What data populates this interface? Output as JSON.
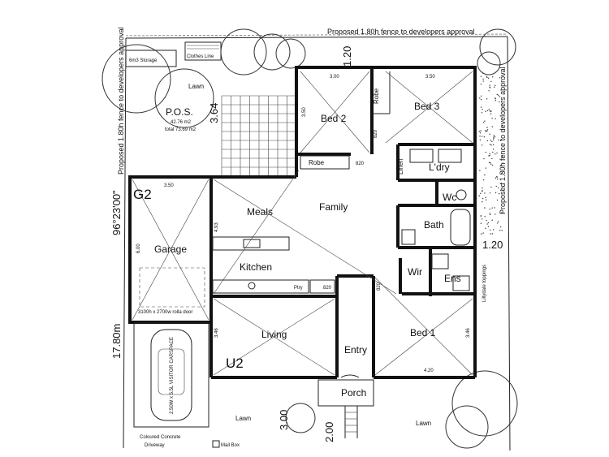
{
  "fence_top": "Proposed 1.80h  fence to developers approval",
  "fence_left": "Proposed 1.80h fence to developers approval",
  "fence_right": "Proposed 1.80h fence to developers approval",
  "storage": "6m3 Storage",
  "clothes_line": "Clothes Line",
  "lawn_top": "Lawn",
  "pos": {
    "title": "P.O.S.",
    "area": "42.76 m2",
    "total": "total 73.69 m2"
  },
  "rooms": {
    "bed2": "Bed  2",
    "bed3": "Bed  3",
    "robe_v": "Robe",
    "robe_h": "Robe",
    "linen": "Linen",
    "ldry": "L'dry",
    "wc": "Wc",
    "bath": "Bath",
    "meals": "Meals",
    "family": "Family",
    "kitchen": "Kitchen",
    "ptry": "Ptry",
    "garage": "Garage",
    "wir": "Wir",
    "ens": "Ens",
    "living": "Living",
    "entry": "Entry",
    "bed1": "Bed  1",
    "porch": "Porch"
  },
  "labels": {
    "g2": "G2",
    "u2": "U2",
    "roller_door": "3100h x 2700w rolla door",
    "carspace": "2.50W x 5.5L VISITOR CARSPACE",
    "concrete": "Coloured Concrete",
    "driveway": "Driveway",
    "mailbox": "Mail Box",
    "lawn_bottom_left": "Lawn",
    "lawn_bottom_right": "Lawn",
    "lilly_pilly": "Lillydale toppings"
  },
  "dims": {
    "top_setback": "1.20",
    "bearing": "96°23'00\"",
    "left_side": "17.80m",
    "right_setback": "1.20",
    "front_300": "3.00",
    "front_200": "2.00",
    "pos_dim": "3.64"
  },
  "small_dims": {
    "bed2_w": "3.00",
    "bed3_w": "3.50",
    "bed2_d": "3.50",
    "garage_w": "3.50",
    "garage_d": "6.00",
    "meals_d": "4.93",
    "living_d": "3.46",
    "bed1_w": "4.20",
    "bed1_d": "3.46",
    "door_820a": "820",
    "door_820b": "820",
    "door_820c": "820",
    "door_820d": "820"
  }
}
